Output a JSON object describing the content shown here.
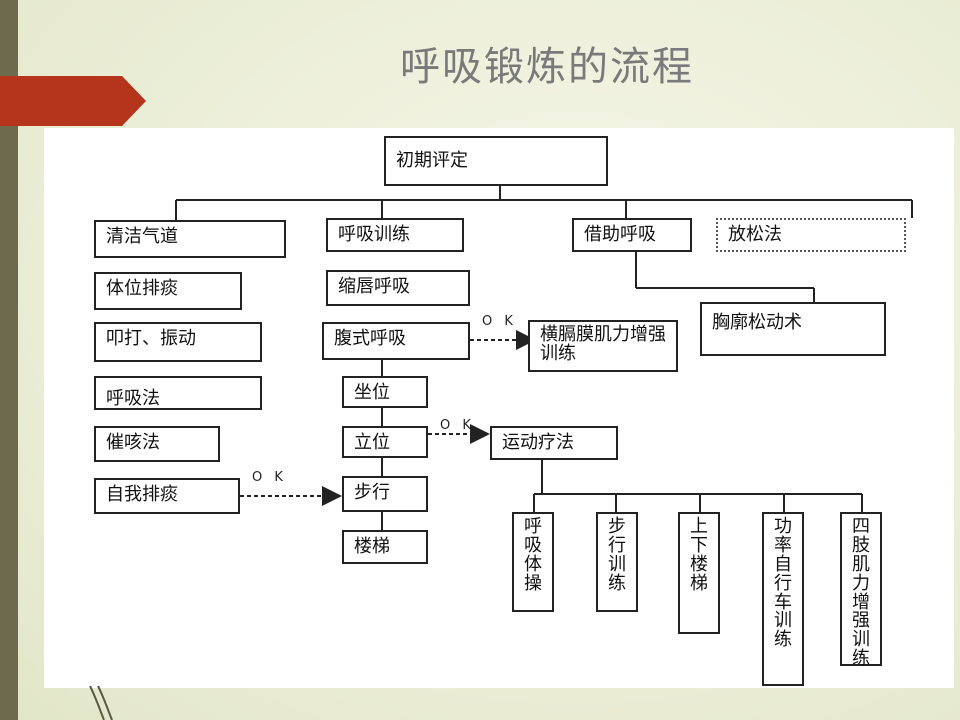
{
  "slide": {
    "title": "呼吸锻炼的流程"
  },
  "diagram": {
    "root": "初期评定",
    "branches": {
      "airway": [
        "清洁气道",
        "体位排痰",
        "叩打、振动",
        "呼吸法",
        "催咳法",
        "自我排痰"
      ],
      "breathing_training": [
        "呼吸训练",
        "缩唇呼吸",
        "腹式呼吸",
        "坐位",
        "立位",
        "步行",
        "楼梯"
      ],
      "assisted_breathing": [
        "借助呼吸",
        "胸廓松动术"
      ],
      "relaxation": [
        "放松法"
      ]
    },
    "diaphragm": "横膈膜肌力增强训练",
    "exercise_therapy": "运动疗法",
    "exercise_items": [
      "呼吸体操",
      "步行训练",
      "上下楼梯",
      "功率自行车训练",
      "四肢肌力增强训练"
    ],
    "edge_labels": {
      "ok1": "O K",
      "ok2": "O K",
      "ok3": "O K"
    }
  }
}
